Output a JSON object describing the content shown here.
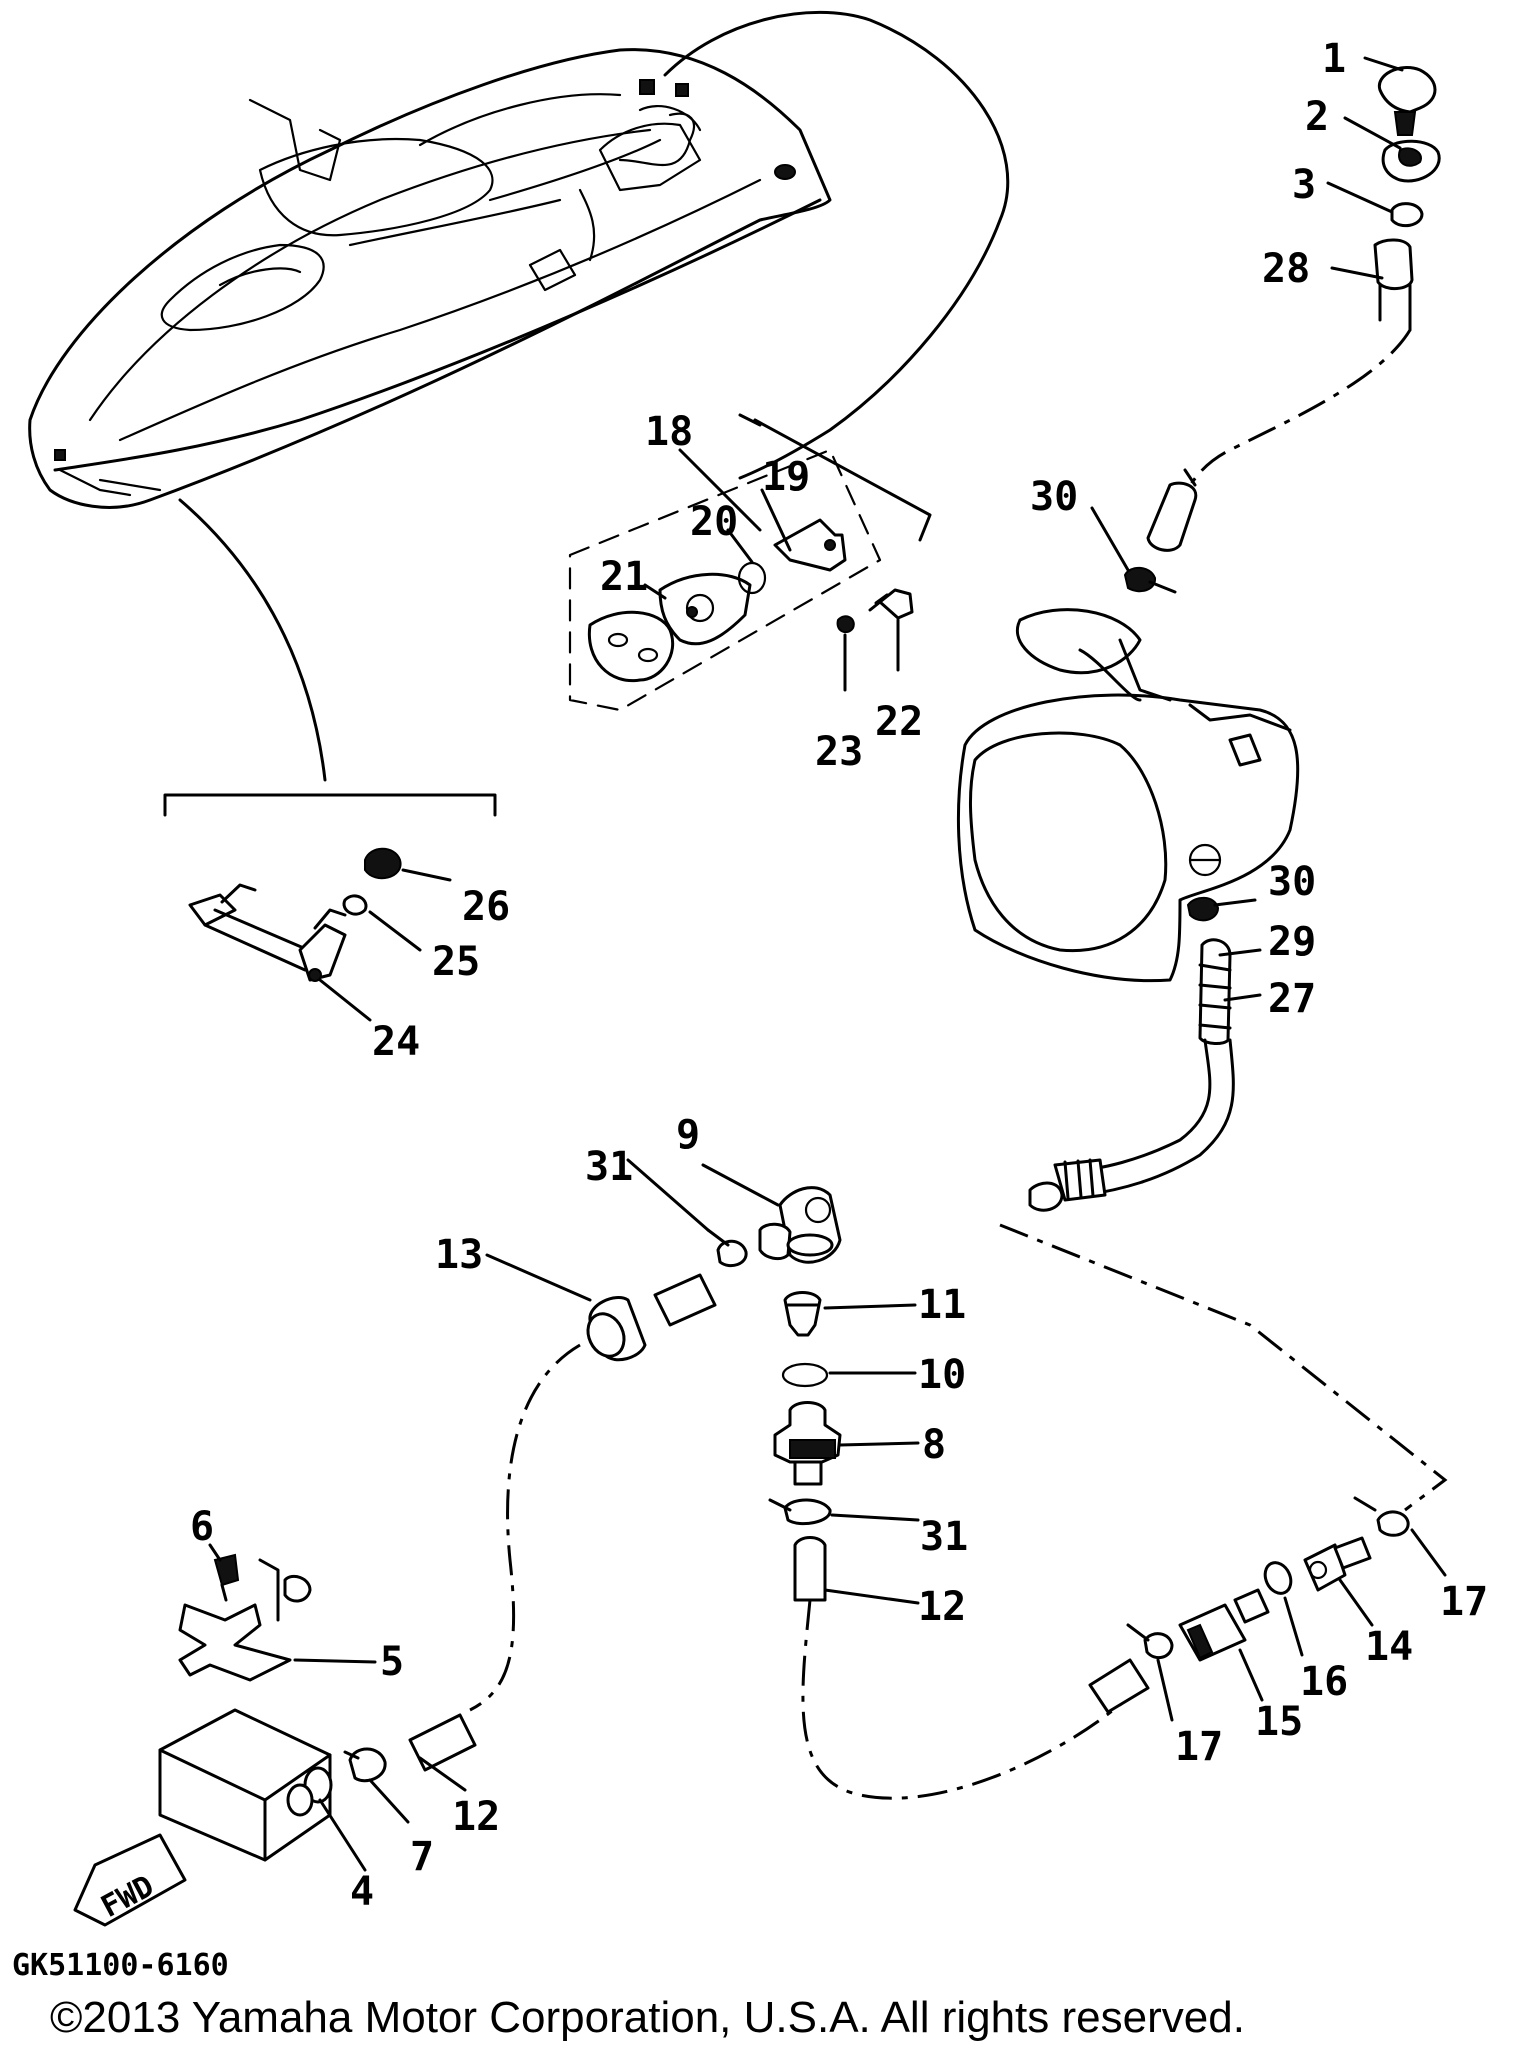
{
  "diagram_code": "GK51100-6160",
  "copyright": "©2013 Yamaha Motor Corporation, U.S.A. All rights reserved.",
  "fwd_label": "FWD",
  "callouts": {
    "p1": "1",
    "p2": "2",
    "p3": "3",
    "p4": "4",
    "p5": "5",
    "p6": "6",
    "p7": "7",
    "p8": "8",
    "p9": "9",
    "p10": "10",
    "p11": "11",
    "p12a": "12",
    "p12b": "12",
    "p13": "13",
    "p14": "14",
    "p15": "15",
    "p16": "16",
    "p17a": "17",
    "p17b": "17",
    "p18": "18",
    "p19": "19",
    "p20": "20",
    "p21": "21",
    "p22": "22",
    "p23": "23",
    "p24": "24",
    "p25": "25",
    "p26": "26",
    "p27": "27",
    "p28": "28",
    "p29": "29",
    "p30a": "30",
    "p30b": "30",
    "p31a": "31",
    "p31b": "31"
  }
}
